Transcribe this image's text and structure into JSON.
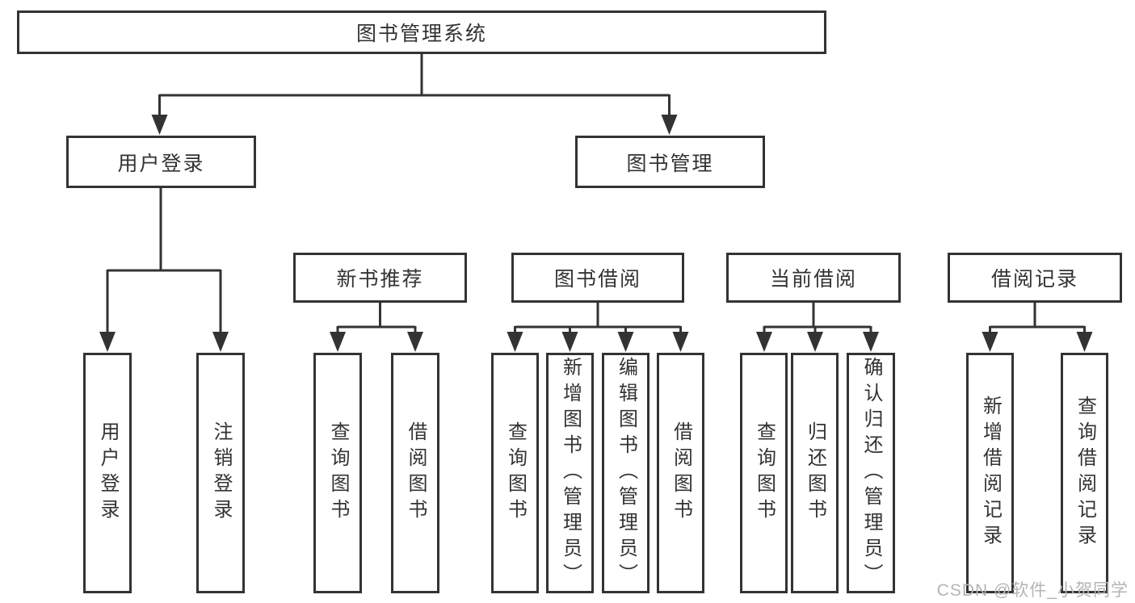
{
  "colors": {
    "line": "#333333",
    "box_border": "#333333",
    "text": "#333333",
    "watermark": "#b4b4b4",
    "background": "#ffffff"
  },
  "watermark": {
    "text": "CSDN @软件_小贺同学"
  },
  "tree": {
    "label": "图书管理系统",
    "children": [
      {
        "label": "用户登录",
        "children": [
          {
            "label": "用户登录"
          },
          {
            "label": "注销登录"
          }
        ]
      },
      {
        "label": "图书管理",
        "children": [
          {
            "label": "新书推荐",
            "children": [
              {
                "label": "查询图书"
              },
              {
                "label": "借阅图书"
              }
            ]
          },
          {
            "label": "图书借阅",
            "children": [
              {
                "label": "查询图书"
              },
              {
                "label": "新增图书（管理员）"
              },
              {
                "label": "编辑图书（管理员）"
              },
              {
                "label": "借阅图书"
              }
            ]
          },
          {
            "label": "当前借阅",
            "children": [
              {
                "label": "查询图书"
              },
              {
                "label": "归还图书"
              },
              {
                "label": "确认归还（管理员）"
              }
            ]
          },
          {
            "label": "借阅记录",
            "children": [
              {
                "label": "新增借阅记录"
              },
              {
                "label": "查询借阅记录"
              }
            ]
          }
        ]
      }
    ]
  }
}
